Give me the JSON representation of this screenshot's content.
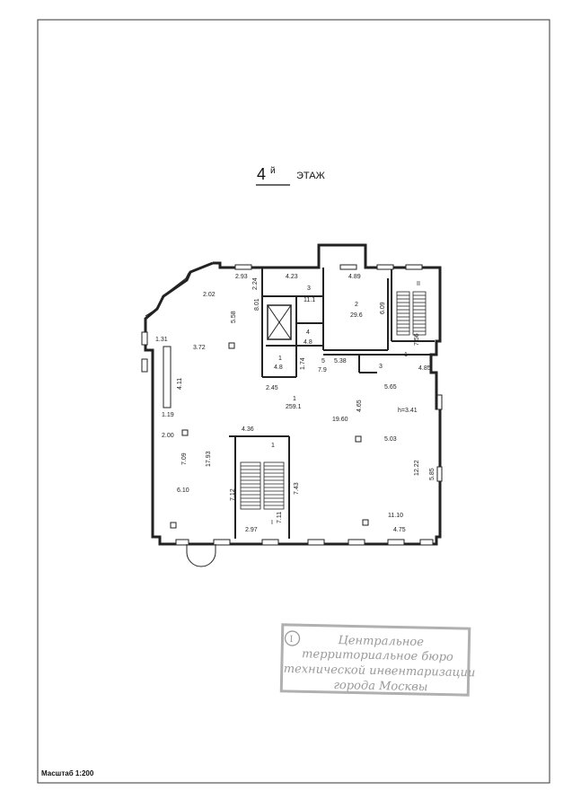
{
  "sheet": {
    "floor_number": "4",
    "floor_suffix": "й",
    "floor_word": "ЭТАЖ",
    "scale_label": "Масштаб 1:200",
    "stair_marks": [
      "II",
      "I"
    ],
    "room_labels": {
      "r1_num": "1",
      "r1_area": "259.1",
      "r2_num": "2",
      "r2_area": "29.6",
      "r3_num": "3",
      "r3_area": "11.1",
      "r4_num": "4",
      "r4_area": "4.8",
      "r5_num": "5",
      "r5_area": "7.9",
      "r1b_num": "1",
      "r1b_area": "4.8",
      "r3b_num": "3",
      "r1c_num": "1",
      "r1d_num": "1",
      "height": "h=3.41"
    },
    "dimensions": {
      "d293": "2.93",
      "d423": "4.23",
      "d489": "4.89",
      "d202": "2.02",
      "d224": "2.24",
      "d801": "8.01",
      "d558": "5.58",
      "d609": "6.09",
      "d131": "1.31",
      "d372": "3.72",
      "d756": "7.56",
      "d485": "4.85",
      "d174": "1.74",
      "d538": "5.38",
      "d411": "4.11",
      "d245": "2.45",
      "d565": "5.65",
      "d465": "4.65",
      "d1960": "19.60",
      "d119": "1.19",
      "d436": "4.36",
      "d200": "2.00",
      "d503": "5.03",
      "d709": "7.09",
      "d1793": "17.93",
      "d1222": "12.22",
      "d585": "5.85",
      "d610": "6.10",
      "d712": "7.12",
      "d743": "7.43",
      "d1110": "11.10",
      "d711": "7.11",
      "d297": "2.97",
      "d475": "4.75"
    }
  },
  "stamp": {
    "line1": "Центральное",
    "line2": "территориальное бюро",
    "line3": "технической инвентаризации",
    "line4": "города Москвы"
  }
}
